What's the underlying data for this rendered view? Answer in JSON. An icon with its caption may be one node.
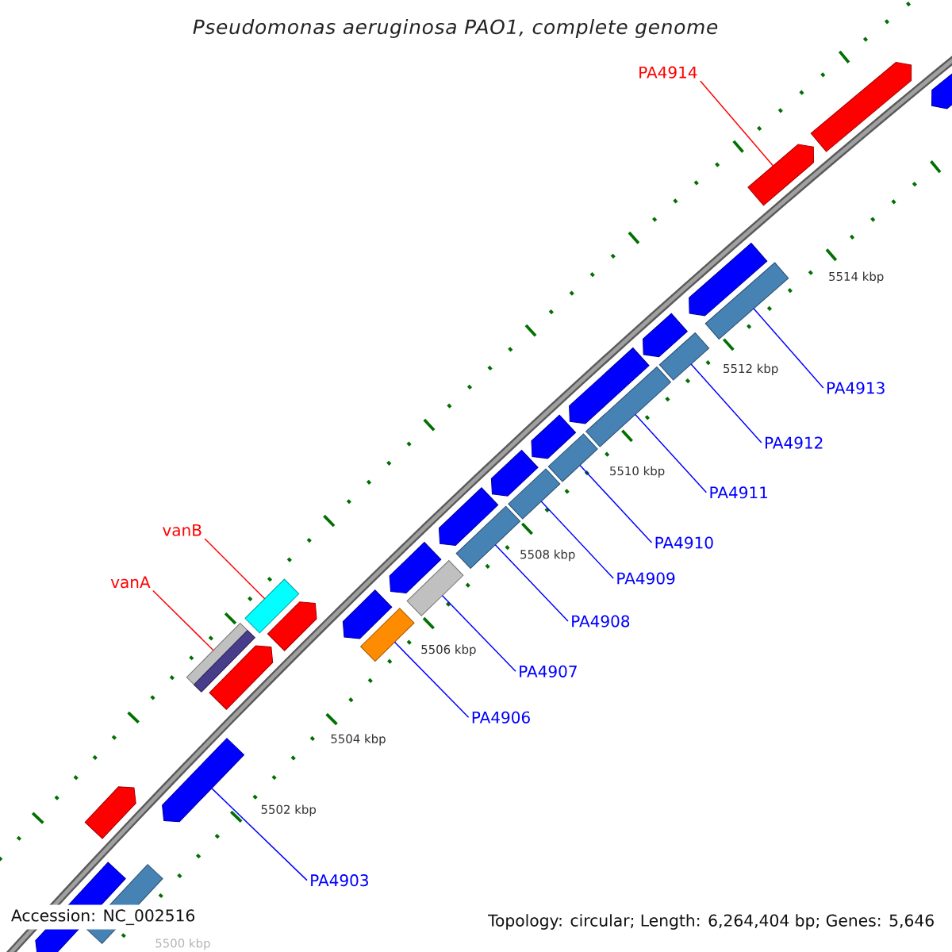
{
  "diagram": {
    "title": "Pseudomonas aeruginosa PAO1, complete genome",
    "nodes": [
      {
        "text": [
          "PA4914"
        ]
      },
      {
        "text": [],
        "shape": "arrow"
      },
      {
        "text": [
          "PA4913"
        ]
      },
      {
        "text": [],
        "shape": "bar"
      },
      {
        "text": [
          "PA4912"
        ]
      },
      {
        "text": [],
        "shape": "bar"
      },
      {
        "text": [
          "PA4911"
        ]
      },
      {
        "text": [],
        "shape": "bar"
      },
      {
        "text": [
          "PA4910"
        ]
      },
      {
        "text": [],
        "shape": "bar"
      },
      {
        "text": [
          "PA4909"
        ]
      },
      {
        "text": [],
        "shape": "bar"
      },
      {
        "text": [
          "vanB"
        ]
      },
      {
        "text": [],
        "shape": "bar"
      },
      {
        "text": [
          "PA4908"
        ]
      },
      {
        "text": [],
        "shape": "bar"
      },
      {
        "text": [
          "vanA"
        ]
      },
      {
        "text": [],
        "shape": "bar"
      },
      {
        "text": [
          "PA4907"
        ]
      },
      {
        "text": [],
        "shape": "bar"
      },
      {
        "text": [
          "PA4906"
        ]
      },
      {
        "text": [],
        "shape": "bar"
      },
      {
        "text": [
          "PA4903"
        ]
      },
      {
        "text": [],
        "shape": "arrow"
      }
    ],
    "edges": [
      {
        "from": 0,
        "to": 1,
        "arrow": "none",
        "color": "#ff0000"
      },
      {
        "from": 2,
        "to": 3,
        "arrow": "none"
      },
      {
        "from": 4,
        "to": 5,
        "arrow": "none"
      },
      {
        "from": 6,
        "to": 7,
        "arrow": "none"
      },
      {
        "from": 8,
        "to": 9,
        "arrow": "none"
      },
      {
        "from": 10,
        "to": 11,
        "arrow": "none"
      },
      {
        "from": 12,
        "to": 13,
        "arrow": "none",
        "color": "#ff0000"
      },
      {
        "from": 14,
        "to": 15,
        "arrow": "none"
      },
      {
        "from": 16,
        "to": 17,
        "arrow": "none",
        "color": "#ff0000"
      },
      {
        "from": 18,
        "to": 19,
        "arrow": "none"
      },
      {
        "from": 20,
        "to": 21,
        "arrow": "none"
      },
      {
        "from": 22,
        "to": 23,
        "arrow": "none"
      }
    ],
    "labels": [
      "5514 kbp",
      "5512 kbp",
      "5510 kbp",
      "5508 kbp",
      "5506 kbp",
      "5504 kbp",
      "5502 kbp",
      "5500 kbp",
      "Accession: NC_002516",
      "Topology: circular; Length: 6,264,404 bp; Genes: 5,646"
    ]
  }
}
